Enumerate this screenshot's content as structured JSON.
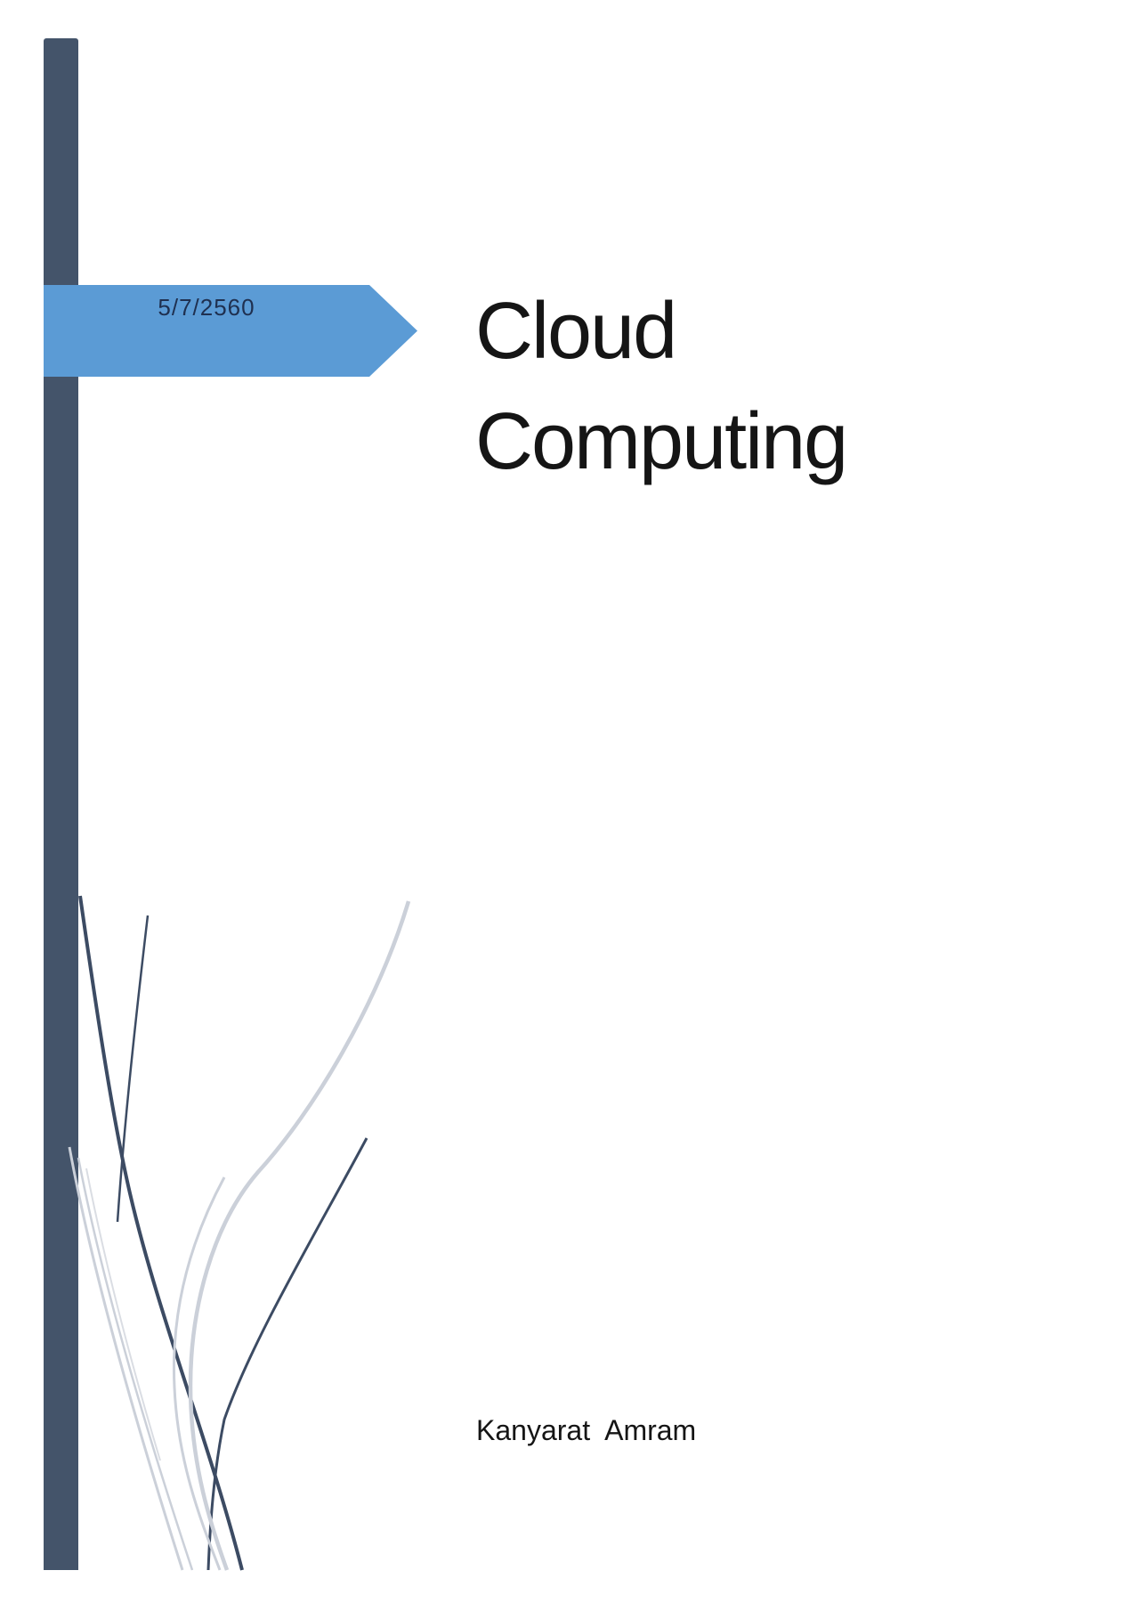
{
  "theme": {
    "background": "#ffffff",
    "bar_color": "#44546A",
    "arrow_color": "#5B9BD5",
    "dark_curve_color": "#3C4B63",
    "light_curve_color": "#CBD0D9",
    "faint_curve_color": "#DADDE3"
  },
  "cover": {
    "date": "5/7/2560",
    "date_color": "#1F3050",
    "title": "Cloud Computing",
    "title_color": "#151515",
    "author": "Kanyarat  Amram",
    "author_color": "#151515"
  }
}
